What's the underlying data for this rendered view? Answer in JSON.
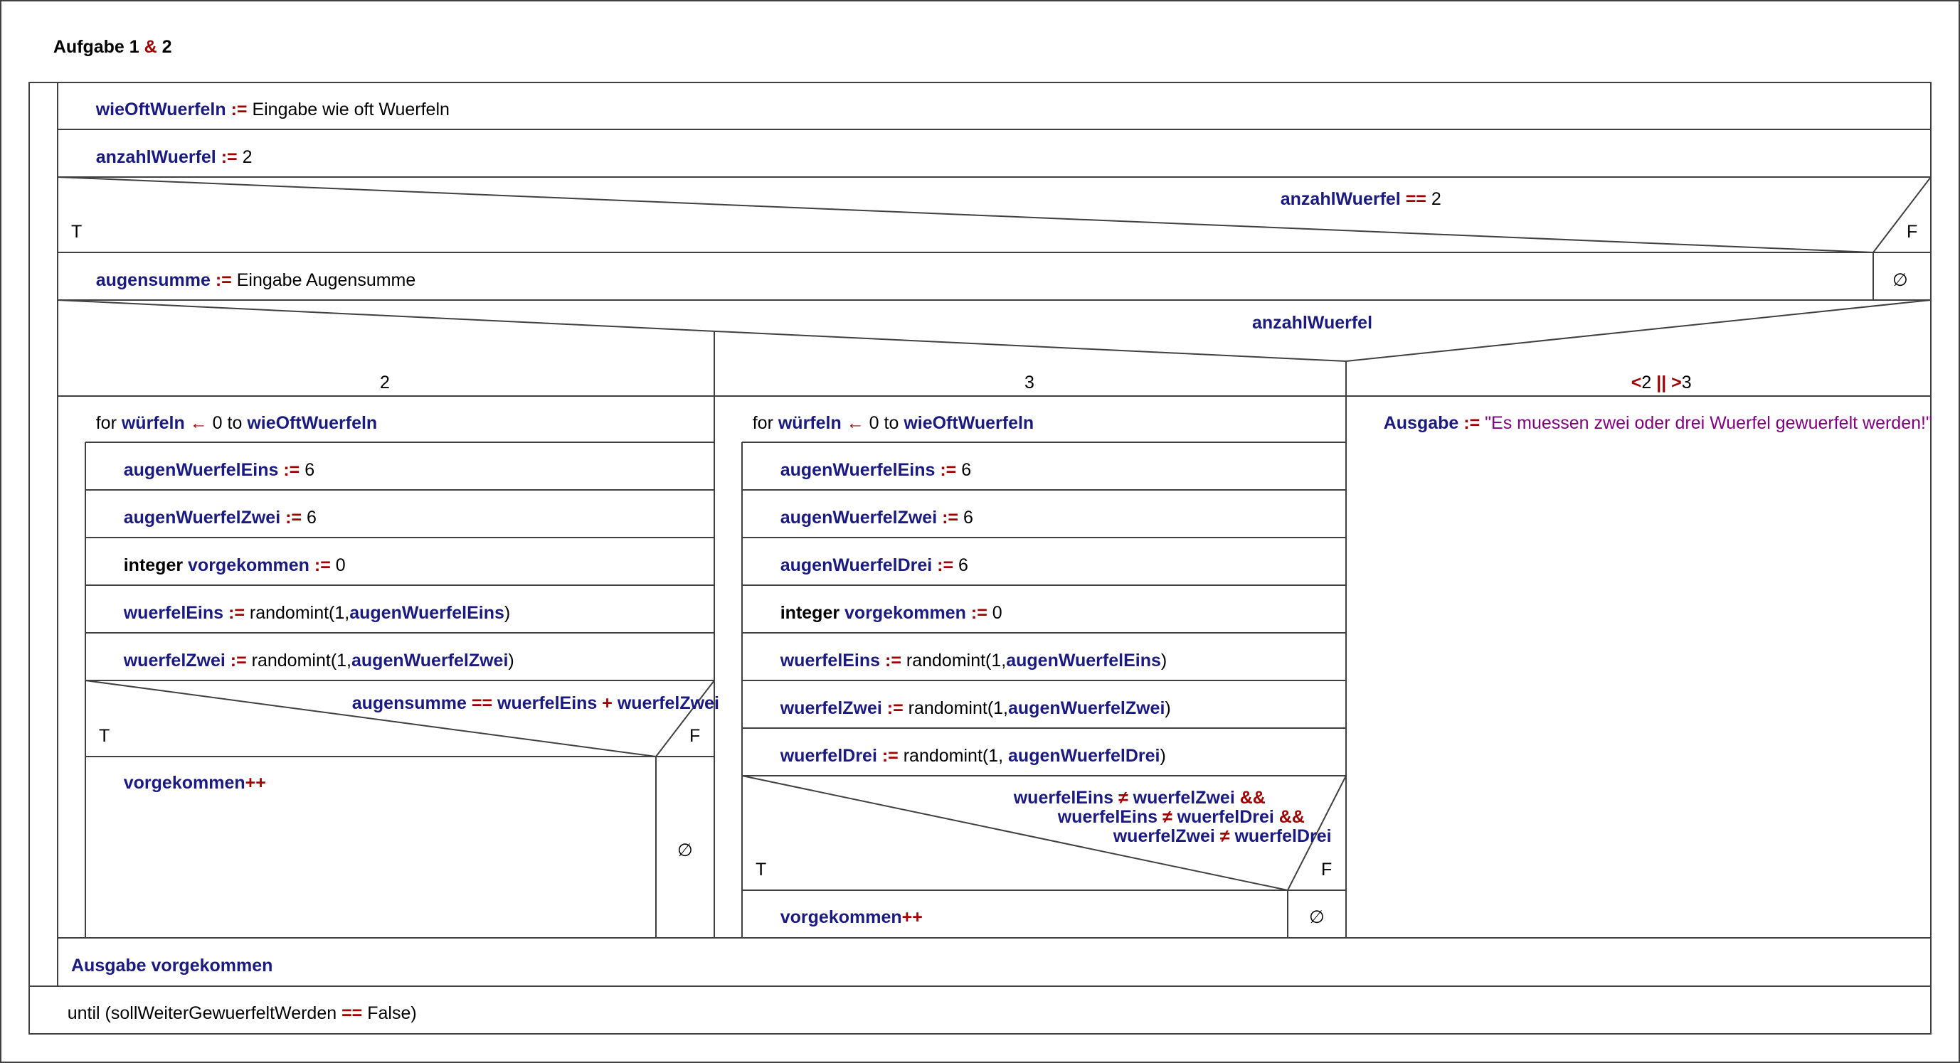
{
  "title_parts": [
    "Aufgabe 1 ",
    "& ",
    "2"
  ],
  "colors": {
    "variable": "#1a1a80",
    "operator": "#a00000",
    "string": "#800080",
    "text": "#000000",
    "line": "#404040"
  },
  "lines": {
    "s1": [
      "wieOftWuerfeln",
      " :=",
      " Eingabe wie oft Wuerfeln"
    ],
    "s2": [
      "anzahlWuerfel",
      " :=",
      " 2"
    ],
    "if1_cond": [
      "anzahlWuerfel",
      " ==",
      " 2"
    ],
    "if1_true": "T",
    "if1_false": "F",
    "s3": [
      "augensumme",
      " :=",
      " Eingabe Augensumme"
    ],
    "if1_else": "∅",
    "case_cond": "anzahlWuerfel",
    "case_2": "2",
    "case_3": "3",
    "case_other": [
      "<",
      "2 ",
      "||",
      " >",
      "3"
    ],
    "loop2_head": [
      "for ",
      "würfeln",
      " ←",
      " 0 to ",
      "wieOftWuerfeln"
    ],
    "c2_1": [
      "augenWuerfelEins",
      " :=",
      " 6"
    ],
    "c2_2": [
      "augenWuerfelZwei",
      " :=",
      " 6"
    ],
    "c2_3": [
      "integer ",
      "vorgekommen",
      " :=",
      " 0"
    ],
    "c2_4": [
      "wuerfelEins",
      " :=",
      " randomint(1,",
      "augenWuerfelEins",
      ")"
    ],
    "c2_5": [
      "wuerfelZwei",
      " :=",
      " randomint(1,",
      "augenWuerfelZwei",
      ")"
    ],
    "if2_cond": [
      "augensumme",
      " ==",
      " wuerfelEins",
      " +",
      " wuerfelZwei"
    ],
    "if2_true": "T",
    "if2_false": "F",
    "c2_inc": [
      "vorgekommen",
      "++"
    ],
    "if2_else": "∅",
    "loop3_head": [
      "for ",
      "würfeln",
      " ←",
      " 0 to ",
      "wieOftWuerfeln"
    ],
    "c3_1": [
      "augenWuerfelEins",
      " :=",
      " 6"
    ],
    "c3_2": [
      "augenWuerfelZwei",
      " :=",
      " 6"
    ],
    "c3_3": [
      "augenWuerfelDrei",
      " :=",
      " 6"
    ],
    "c3_4": [
      "integer ",
      "vorgekommen",
      " :=",
      " 0"
    ],
    "c3_5": [
      "wuerfelEins",
      " :=",
      " randomint(1,",
      "augenWuerfelEins",
      ")"
    ],
    "c3_6": [
      "wuerfelZwei",
      " :=",
      " randomint(1,",
      "augenWuerfelZwei",
      ")"
    ],
    "c3_7": [
      "wuerfelDrei",
      " :=",
      " randomint(1, ",
      "augenWuerfelDrei",
      ")"
    ],
    "if3_cond_1": [
      "wuerfelEins",
      " ≠",
      " wuerfelZwei",
      " &&"
    ],
    "if3_cond_2": [
      "wuerfelEins",
      " ≠",
      " wuerfelDrei",
      " &&"
    ],
    "if3_cond_3": [
      "wuerfelZwei",
      " ≠",
      " wuerfelDrei"
    ],
    "if3_true": "T",
    "if3_false": "F",
    "c3_inc": [
      "vorgekommen",
      "++"
    ],
    "if3_else": "∅",
    "other_out": [
      "Ausgabe",
      " :=",
      " \"Es muessen zwei oder drei Wuerfel gewuerfelt werden!\""
    ],
    "s_out": "Ausgabe vorgekommen",
    "until": [
      "until (sollWeiterGewuerfeltWerden ",
      "==",
      " False)"
    ]
  }
}
